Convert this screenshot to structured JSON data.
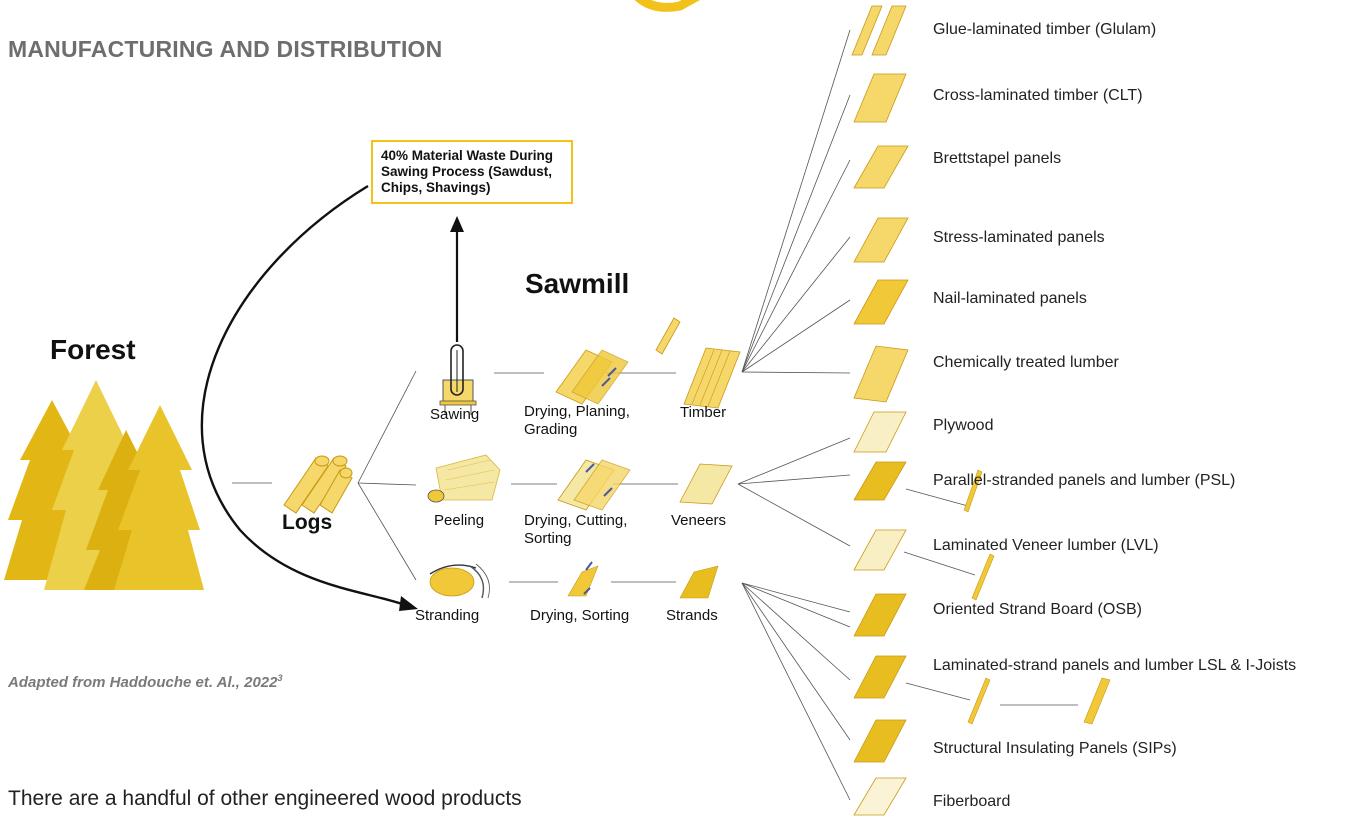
{
  "section_heading": "MANUFACTURING AND DISTRIBUTION",
  "waste_box": "40% Material Waste During Sawing Process (Sawdust, Chips, Shavings)",
  "labels": {
    "forest": "Forest",
    "sawmill": "Sawmill",
    "logs": "Logs"
  },
  "stages": {
    "sawing": "Sawing",
    "drying_planing": [
      "Drying, Planing,",
      "Grading"
    ],
    "timber": "Timber",
    "peeling": "Peeling",
    "drying_cutting": [
      "Drying, Cutting,",
      "Sorting"
    ],
    "veneers": "Veneers",
    "stranding": "Stranding",
    "drying_sorting": "Drying, Sorting",
    "strands": "Strands"
  },
  "products": [
    "Glue-laminated timber (Glulam)",
    "Cross-laminated timber (CLT)",
    "Brettstapel panels",
    "Stress-laminated panels",
    "Nail-laminated panels",
    "Chemically treated lumber",
    "Plywood",
    "Parallel-stranded panels and lumber (PSL)",
    "Laminated Veneer lumber (LVL)",
    "Oriented Strand Board (OSB)",
    "Laminated-strand panels and lumber LSL & I-Joists",
    "Structural Insulating Panels (SIPs)",
    "Fiberboard"
  ],
  "caption": {
    "text": "Adapted from Haddouche et. Al., 2022",
    "superscript": "3"
  },
  "body_text": "There are a handful of other engineered wood products",
  "colors": {
    "accent": "#f2c21a",
    "tree": "#e2b715",
    "tree_light": "#ecd04a",
    "product": "#f0c838",
    "line": "#555555",
    "heading_gray": "#6e6e6e"
  }
}
